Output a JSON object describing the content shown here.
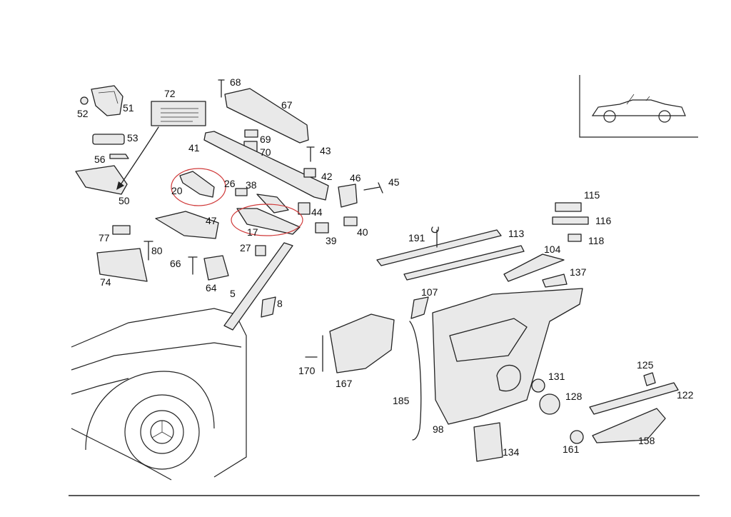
{
  "diagram": {
    "part_numbers": [
      "51",
      "52",
      "53",
      "56",
      "50",
      "72",
      "68",
      "67",
      "69",
      "70",
      "41",
      "43",
      "42",
      "46",
      "45",
      "20",
      "26",
      "38",
      "44",
      "47",
      "17",
      "39",
      "40",
      "77",
      "80",
      "74",
      "66",
      "64",
      "27",
      "5",
      "8",
      "115",
      "116",
      "118",
      "113",
      "191",
      "104",
      "137",
      "107",
      "170",
      "167",
      "185",
      "98",
      "131",
      "128",
      "134",
      "161",
      "125",
      "122",
      "158"
    ],
    "highlight_color": "#d03a3a"
  }
}
